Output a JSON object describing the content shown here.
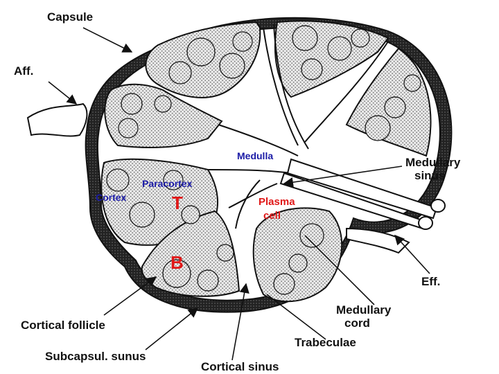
{
  "labels": {
    "capsule": "Capsule",
    "aff": "Aff.",
    "medulla": "Medulla",
    "medullary_sinus_1": "Medullary",
    "medullary_sinus_2": "sinus",
    "paracortex": "Paracortex",
    "cortex": "Cortex",
    "t_cell": "T",
    "plasma_cell_1": "Plasma",
    "plasma_cell_2": "cell",
    "b_cell": "B",
    "eff": "Eff.",
    "medullary_cord_1": "Medullary",
    "medullary_cord_2": "cord",
    "cortical_follicle": "Cortical follicle",
    "trabeculae": "Trabeculae",
    "subcapsular_sinus": "Subcapsul. sunus",
    "cortical_sinus": "Cortical sinus"
  },
  "colors": {
    "ink": "#111111",
    "blue_label": "#1a1aa6",
    "red_label": "#e01818",
    "stipple": "#8a8a8a"
  }
}
